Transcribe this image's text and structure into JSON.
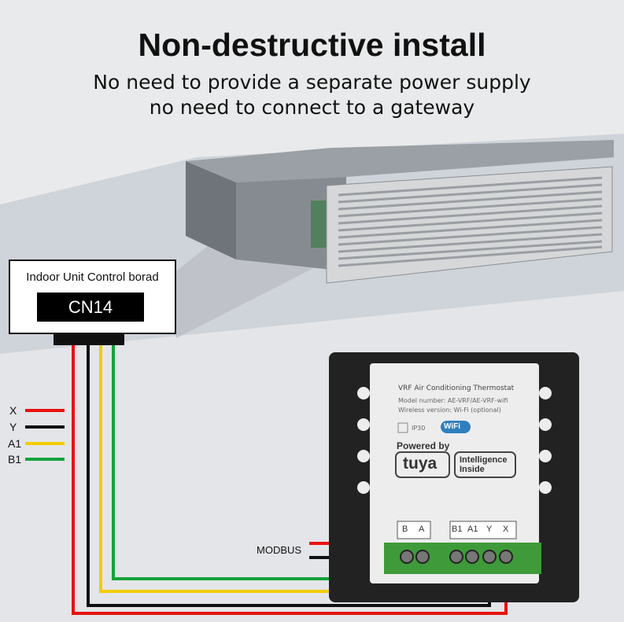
{
  "header": {
    "title": "Non-destructive install",
    "subtitle_line1": "No need to provide a separate power supply",
    "subtitle_line2": "no need to connect to a gateway"
  },
  "control_board": {
    "label": "Indoor Unit Control borad",
    "connector": "CN14"
  },
  "legend": [
    {
      "label": "X",
      "color": "#e8120f"
    },
    {
      "label": "Y",
      "color": "#111111"
    },
    {
      "label": "A1",
      "color": "#f2cc00"
    },
    {
      "label": "B1",
      "color": "#14a23c"
    }
  ],
  "device": {
    "title": "VRF Air Conditioning Thermostat",
    "model": "Model number: AE-VRF/AE-VRF-wifi",
    "wireless": "Wireless version: Wi-Fi (optional)",
    "ip_rating": "IP30",
    "wifi_badge": "WiFi",
    "powered_by": "Powered by",
    "brand": "tuya",
    "intelligence": "Intelligence Inside",
    "terminals_left": [
      "B",
      "A"
    ],
    "terminals_right": [
      "B1",
      "A1",
      "Y",
      "X"
    ]
  },
  "modbus_label": "MODBUS"
}
